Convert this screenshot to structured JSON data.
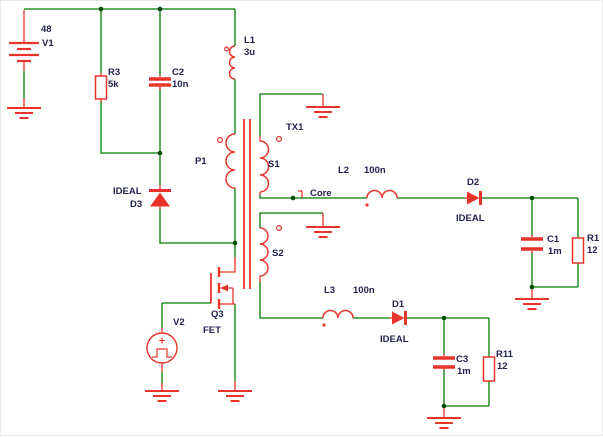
{
  "diagram": {
    "type": "circuit-schematic",
    "description": "Forward converter SPICE schematic"
  },
  "components": {
    "v1": {
      "label": "V1",
      "value": "48"
    },
    "v2": {
      "label": "V2"
    },
    "r3": {
      "label": "R3",
      "value": "5k"
    },
    "r1": {
      "label": "R1",
      "value": "12"
    },
    "r11": {
      "label": "R11",
      "value": "12"
    },
    "c2": {
      "label": "C2",
      "value": "10n"
    },
    "c1": {
      "label": "C1",
      "value": "1m"
    },
    "c3": {
      "label": "C3",
      "value": "1m"
    },
    "l1": {
      "label": "L1",
      "value": "3u"
    },
    "l2": {
      "label": "L2",
      "value": "100n"
    },
    "l3": {
      "label": "L3",
      "value": "100n"
    },
    "d3": {
      "label": "D3",
      "model": "IDEAL"
    },
    "d2": {
      "label": "D2",
      "model": "IDEAL"
    },
    "d1": {
      "label": "D1",
      "model": "IDEAL"
    },
    "q3": {
      "label": "Q3",
      "type": "FET"
    },
    "tx1": {
      "label": "TX1",
      "primary": "P1",
      "secondary1": "S1",
      "secondary2": "S2"
    }
  },
  "nets": {
    "core": "Core"
  },
  "colors": {
    "wire_green": "#007c00",
    "component_red": "#e8342a",
    "label_navy": "#23234f",
    "junction_dot": "#004b00",
    "background": "#ffffff"
  }
}
